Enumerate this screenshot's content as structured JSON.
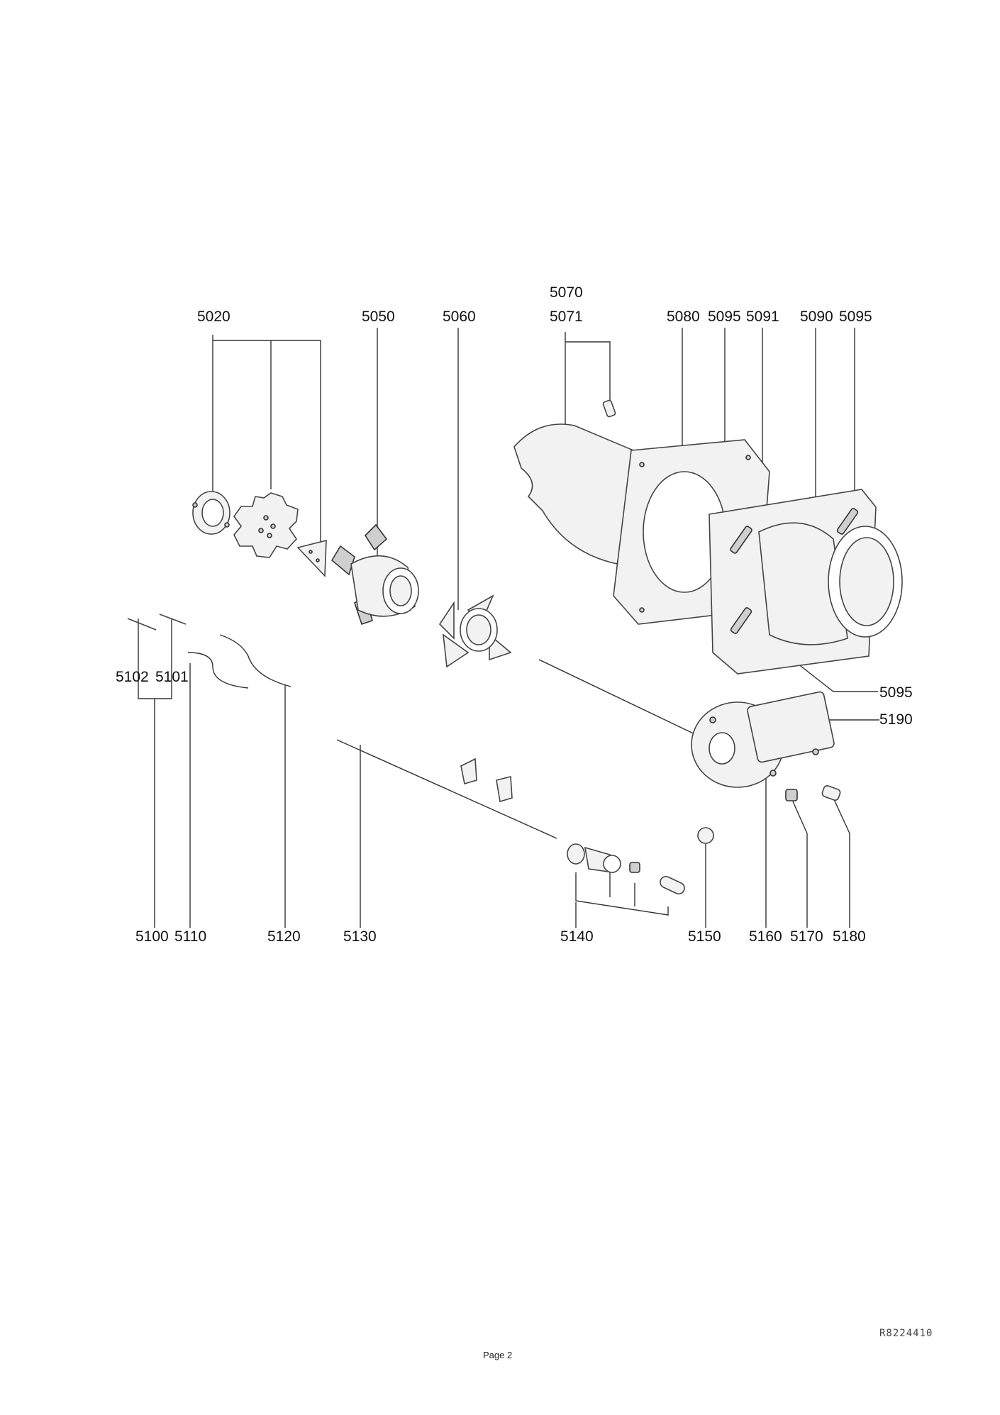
{
  "labels": {
    "p5020": "5020",
    "p5050": "5050",
    "p5060": "5060",
    "p5070": "5070",
    "p5071": "5071",
    "p5080": "5080",
    "p5095a": "5095",
    "p5091": "5091",
    "p5090": "5090",
    "p5095b": "5095",
    "p5102": "5102",
    "p5101": "5101",
    "p5095c": "5095",
    "p5190": "5190",
    "p5100": "5100",
    "p5110": "5110",
    "p5120": "5120",
    "p5130": "5130",
    "p5140": "5140",
    "p5150": "5150",
    "p5160": "5160",
    "p5170": "5170",
    "p5180": "5180"
  },
  "drawing_ref": "R8224410",
  "footer": "Page 2"
}
